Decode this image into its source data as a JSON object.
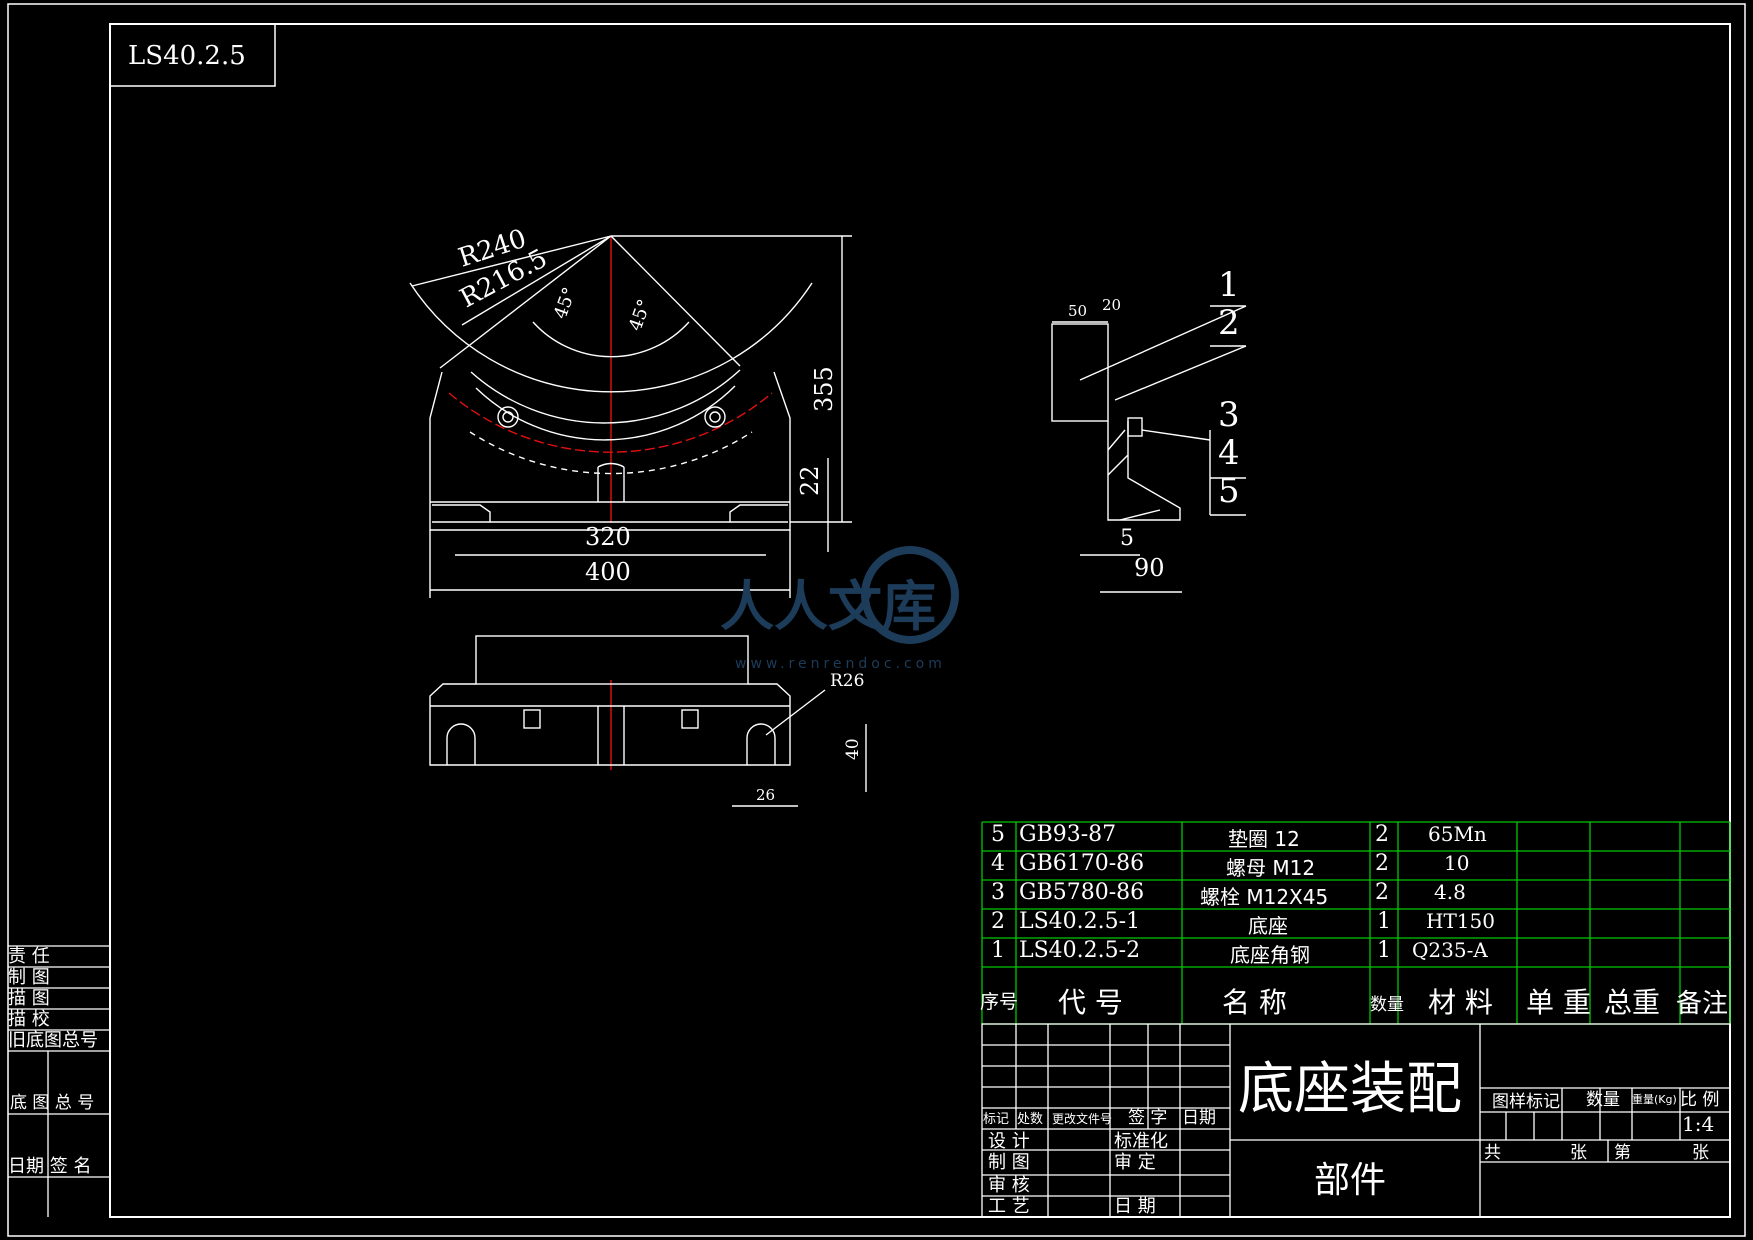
{
  "drawing_code": "LS40.2.5",
  "front_view": {
    "dims": {
      "r_outer": "R240",
      "r_inner": "R216.5",
      "angle_left": "45°",
      "angle_right": "45°",
      "height": "355",
      "base_h": "22",
      "span_inner": "320",
      "span_outer": "400"
    }
  },
  "side_view": {
    "dims": {
      "w50": "50",
      "w20": "20",
      "w5": "5",
      "w90": "90"
    },
    "balloons": [
      "1",
      "2",
      "3",
      "4",
      "5"
    ]
  },
  "top_view": {
    "dims": {
      "r26": "R26",
      "h40": "40",
      "w26": "26"
    }
  },
  "watermark": {
    "text": "人人文库",
    "url": "www.renrendoc.com"
  },
  "left_block": {
    "lines": [
      "责 任",
      "制 图",
      "描 图",
      "描 校",
      "旧底图总号"
    ],
    "base_no": "底 图 总 号",
    "date_sign": "日期 签 名"
  },
  "bom": {
    "rows": [
      {
        "no": "5",
        "code": "GB93-87",
        "name": "垫圈 12",
        "qty": "2",
        "material": "65Mn"
      },
      {
        "no": "4",
        "code": "GB6170-86",
        "name": "螺母 M12",
        "qty": "2",
        "material": "10"
      },
      {
        "no": "3",
        "code": "GB5780-86",
        "name": "螺栓 M12X45",
        "qty": "2",
        "material": "4.8"
      },
      {
        "no": "2",
        "code": "LS40.2.5-1",
        "name": "底座",
        "qty": "1",
        "material": "HT150"
      },
      {
        "no": "1",
        "code": "LS40.2.5-2",
        "name": "底座角钢",
        "qty": "1",
        "material": "Q235-A"
      }
    ],
    "headers": {
      "no": "序号",
      "code": "代 号",
      "name": "名 称",
      "qty": "数量",
      "material": "材 料",
      "unit_wt": "单 重",
      "total_wt": "总重",
      "remark": "备注"
    }
  },
  "title_block": {
    "title": "底座装配",
    "subtitle": "部件",
    "rev_headers": [
      "标记",
      "处数",
      "更改文件号",
      "签 字",
      "日期"
    ],
    "roles": [
      "设 计",
      "制 图",
      "审 核",
      "工 艺"
    ],
    "roles2": [
      "标准化",
      "审 定",
      "日 期"
    ],
    "sample_mark": "图样标记",
    "qty": "数量",
    "weight": "重量(Kg)",
    "scale_label": "比 例",
    "scale": "1:4",
    "sheets_total": "共",
    "sheets_total_unit": "张",
    "sheet_no": "第",
    "sheet_no_unit": "张"
  }
}
